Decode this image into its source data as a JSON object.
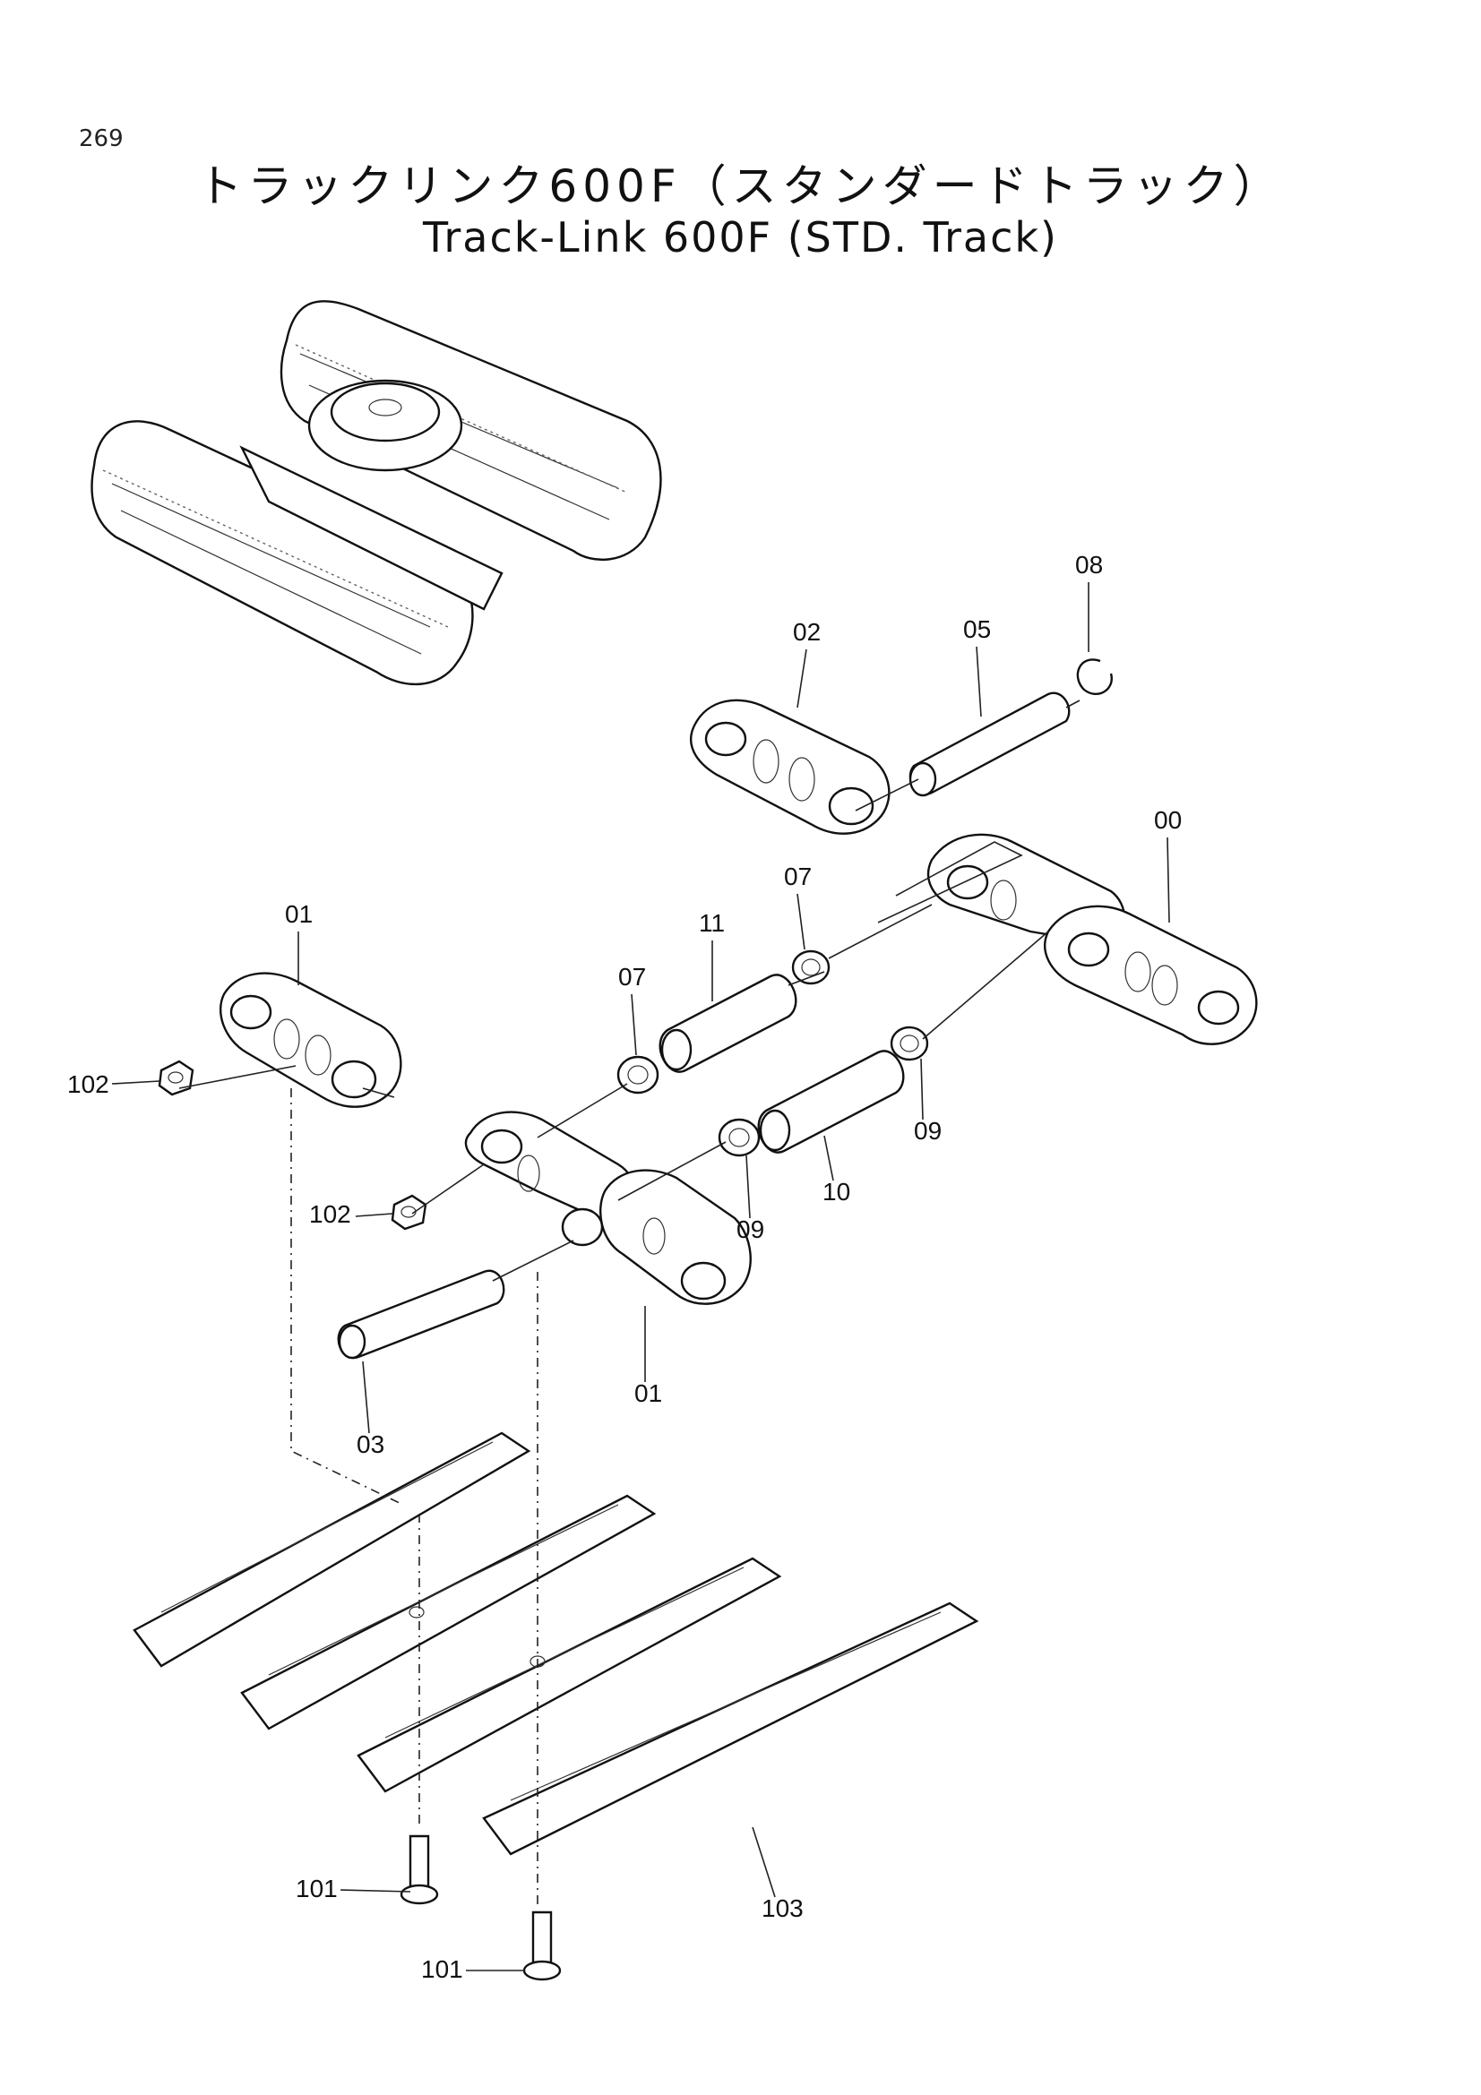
{
  "page": {
    "number": "269"
  },
  "title": {
    "japanese": "トラックリンク600F（スタンダードトラック）",
    "english": "Track-Link 600F (STD. Track)"
  },
  "callouts": [
    {
      "id": "c08",
      "label": "08"
    },
    {
      "id": "c02",
      "label": "02"
    },
    {
      "id": "c05",
      "label": "05"
    },
    {
      "id": "c00",
      "label": "00"
    },
    {
      "id": "c07a",
      "label": "07"
    },
    {
      "id": "c11",
      "label": "11"
    },
    {
      "id": "c07b",
      "label": "07"
    },
    {
      "id": "c01a",
      "label": "01"
    },
    {
      "id": "c102a",
      "label": "102"
    },
    {
      "id": "c09a",
      "label": "09"
    },
    {
      "id": "c10",
      "label": "10"
    },
    {
      "id": "c09b",
      "label": "09"
    },
    {
      "id": "c102b",
      "label": "102"
    },
    {
      "id": "c01b",
      "label": "01"
    },
    {
      "id": "c03",
      "label": "03"
    },
    {
      "id": "c101a",
      "label": "101"
    },
    {
      "id": "c103",
      "label": "103"
    },
    {
      "id": "c101b",
      "label": "101"
    }
  ]
}
